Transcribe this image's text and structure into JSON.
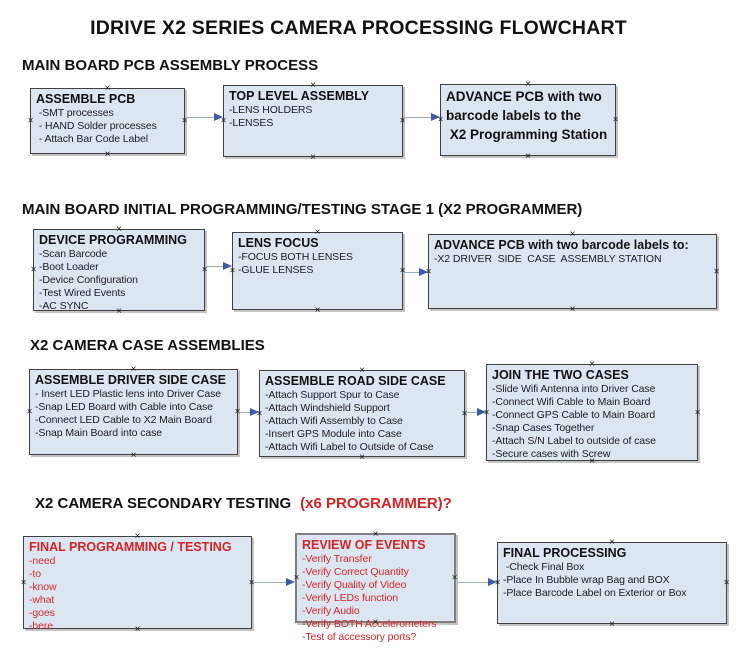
{
  "title": "IDRIVE X2  SERIES CAMERA PROCESSING FLOWCHART",
  "icons": {
    "connection_point_glyph": "×",
    "arrow_head": "right-triangle"
  },
  "colors": {
    "box_fill": "#dce6f2",
    "box_border": "#404040",
    "accent_red": "#d42525",
    "arrow_line": "#9aaabf",
    "arrow_head": "#3a5ca8"
  },
  "sections": [
    {
      "heading": "MAIN BOARD PCB ASSEMBLY PROCESS",
      "boxes": [
        {
          "header": "ASSEMBLE PCB",
          "items": [
            " -SMT processes",
            " - HAND Solder processes",
            " - Attach Bar Code Label"
          ]
        },
        {
          "header": "TOP LEVEL ASSEMBLY",
          "items": [
            "-LENS HOLDERS",
            "-LENSES"
          ]
        },
        {
          "header": "ADVANCE PCB with two\nbarcode labels to the\n X2 Programming Station",
          "items": []
        }
      ]
    },
    {
      "heading": "MAIN BOARD INITIAL PROGRAMMING/TESTING STAGE 1 (X2 PROGRAMMER)",
      "boxes": [
        {
          "header": "DEVICE PROGRAMMING",
          "items": [
            "-Scan Barcode",
            "-Boot Loader",
            "-Device Configuration",
            "-Test Wired Events",
            "-AC SYNC"
          ]
        },
        {
          "header": "LENS FOCUS",
          "items": [
            "-FOCUS BOTH LENSES",
            "-GLUE LENSES"
          ]
        },
        {
          "header": "ADVANCE PCB with two barcode labels to:",
          "items": [
            "-X2 DRIVER  SIDE  CASE  ASSEMBLY STATION"
          ]
        }
      ]
    },
    {
      "heading": "X2 CAMERA CASE ASSEMBLIES",
      "boxes": [
        {
          "header": "ASSEMBLE DRIVER SIDE CASE",
          "items": [
            "- Insert LED Plastic lens into Driver Case",
            "-Snap LED Board with Cable into Case",
            "-Connect LED Cable to X2 Main Board",
            "-Snap Main Board into case"
          ]
        },
        {
          "header": "ASSEMBLE ROAD SIDE CASE",
          "items": [
            "-Attach Support Spur to Case",
            "-Attach Windshield Support",
            "-Attach Wifi Assembly to Case",
            "-Insert GPS Module into Case",
            "-Attach Wifi Label to Outside of Case"
          ]
        },
        {
          "header": "JOIN THE TWO CASES",
          "items": [
            "-Slide Wifi Antenna into Driver Case",
            "-Connect Wifi Cable to Main Board",
            "-Connect GPS Cable to Main Board",
            "-Snap Cases Together",
            "-Attach S/N Label to outside of case",
            "-Secure cases with Screw"
          ]
        }
      ]
    },
    {
      "heading": "X2 CAMERA SECONDARY TESTING",
      "heading_red": "(x6 PROGRAMMER)?",
      "boxes": [
        {
          "header": "FINAL PROGRAMMING / TESTING",
          "items": [
            "-need",
            "-to",
            "-know",
            "-what",
            "-goes",
            "-here"
          ]
        },
        {
          "header": "REVIEW OF EVENTS",
          "items": [
            "-Verify Transfer",
            "-Verify Correct Quantity",
            "-Verify Quality of Video",
            "-Verify LEDs function",
            "-Verify Audio",
            "-Verify BOTH Accelerometers",
            "-Test of accessory ports?"
          ]
        },
        {
          "header": "FINAL PROCESSING",
          "items": [
            " -Check Final Box",
            "-Place In Bubble wrap Bag and BOX",
            "-Place Barcode Label on Exterior or Box"
          ]
        }
      ]
    }
  ]
}
